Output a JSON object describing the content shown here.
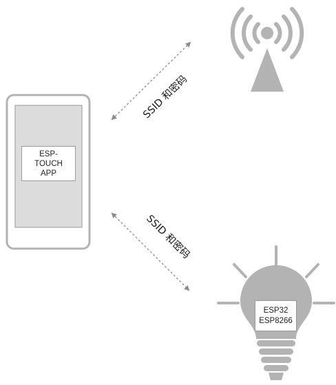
{
  "phone": {
    "app_line1": "ESP-",
    "app_line2": "TOUCH",
    "app_line3": "APP"
  },
  "device": {
    "chip_line1": "ESP32",
    "chip_line2": "ESP8266"
  },
  "links": {
    "router_link_label": "SSID 和密码",
    "device_link_label": "SSID 和密码"
  },
  "colors": {
    "icon_gray": "#b3b3b3",
    "phone_border": "#b3b3b3",
    "phone_screen": "#dcdcdc",
    "arrow": "#8c8c8c"
  },
  "icons": {
    "router": "wifi-router-icon",
    "device": "light-bulb-icon",
    "phone": "smartphone-icon"
  }
}
